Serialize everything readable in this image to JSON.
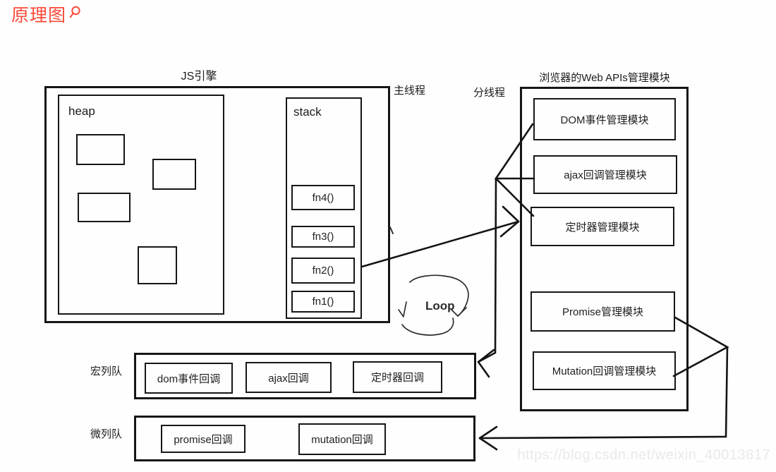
{
  "page": {
    "heading": "原理图",
    "watermark": "https://blog.csdn.net/weixin_40013817"
  },
  "engine": {
    "title": "JS引擎",
    "thread_label": "主线程",
    "heap_label": "heap",
    "stack_label": "stack",
    "stack_frames": [
      "fn4()",
      "fn3()",
      "fn2()",
      "fn1()"
    ]
  },
  "web_apis": {
    "thread_label": "分线程",
    "title": "浏览器的Web APIs管理模块",
    "modules": [
      "DOM事件管理模块",
      "ajax回调管理模块",
      "定时器管理模块",
      "Promise管理模块",
      "Mutation回调管理模块"
    ]
  },
  "event_loop": {
    "label": "Loop"
  },
  "macro_queue": {
    "label": "宏列队",
    "items": [
      "dom事件回调",
      "ajax回调",
      "定时器回调"
    ]
  },
  "micro_queue": {
    "label": "微列队",
    "items": [
      "promise回调",
      "mutation回调"
    ]
  },
  "colors": {
    "heading_accent": "#fb4a38",
    "diagram_stroke": "#161616",
    "text": "#1f1f1f",
    "watermark": "#e9e9e9",
    "background": "#ffffff"
  }
}
